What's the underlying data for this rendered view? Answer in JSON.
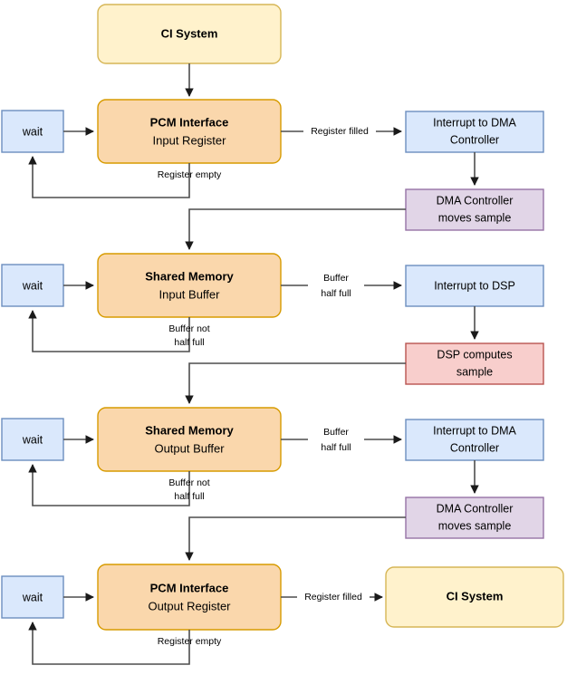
{
  "diagram": {
    "title": "CI System PCM / DMA / DSP data flow",
    "colors": {
      "yellow_fill": "#fff2cc",
      "yellow_stroke": "#d6b656",
      "orange_fill": "#fad7ac",
      "orange_stroke": "#b46504",
      "blue_fill": "#dae8fc",
      "blue_stroke": "#6c8ebf",
      "purple_fill": "#e1d5e7",
      "purple_stroke": "#9673a6",
      "red_fill": "#f8cecc",
      "red_stroke": "#b85450",
      "edge": "#4d4d4d",
      "text": "#000000"
    },
    "nodes": {
      "ci_system_top": {
        "label": "CI System"
      },
      "pcm_input": {
        "title": "PCM Interface",
        "subtitle": "Input Register"
      },
      "wait_1": {
        "label": "wait"
      },
      "interrupt_dma_1": {
        "line1": "Interrupt to DMA",
        "line2": "Controller"
      },
      "dma_moves_1": {
        "line1": "DMA Controller",
        "line2": "moves sample"
      },
      "shared_input": {
        "title": "Shared Memory",
        "subtitle": "Input Buffer"
      },
      "wait_2": {
        "label": "wait"
      },
      "interrupt_dsp": {
        "line1": "Interrupt to DSP"
      },
      "dsp_computes": {
        "line1": "DSP computes",
        "line2": "sample"
      },
      "shared_output": {
        "title": "Shared Memory",
        "subtitle": "Output Buffer"
      },
      "wait_3": {
        "label": "wait"
      },
      "interrupt_dma_2": {
        "line1": "Interrupt to DMA",
        "line2": "Controller"
      },
      "dma_moves_2": {
        "line1": "DMA Controller",
        "line2": "moves sample"
      },
      "pcm_output": {
        "title": "PCM Interface",
        "subtitle": "Output Register"
      },
      "wait_4": {
        "label": "wait"
      },
      "ci_system_bottom": {
        "label": "CI System"
      }
    },
    "edge_labels": {
      "register_filled_1": "Register filled",
      "register_empty_1": "Register empty",
      "buffer_half_full_1_a": "Buffer",
      "buffer_half_full_1_b": "half full",
      "buffer_not_half_full_1_a": "Buffer not",
      "buffer_not_half_full_1_b": "half full",
      "buffer_half_full_2_a": "Buffer",
      "buffer_half_full_2_b": "half full",
      "buffer_not_half_full_2_a": "Buffer not",
      "buffer_not_half_full_2_b": "half full",
      "register_filled_2": "Register filled",
      "register_empty_2": "Register empty"
    }
  }
}
